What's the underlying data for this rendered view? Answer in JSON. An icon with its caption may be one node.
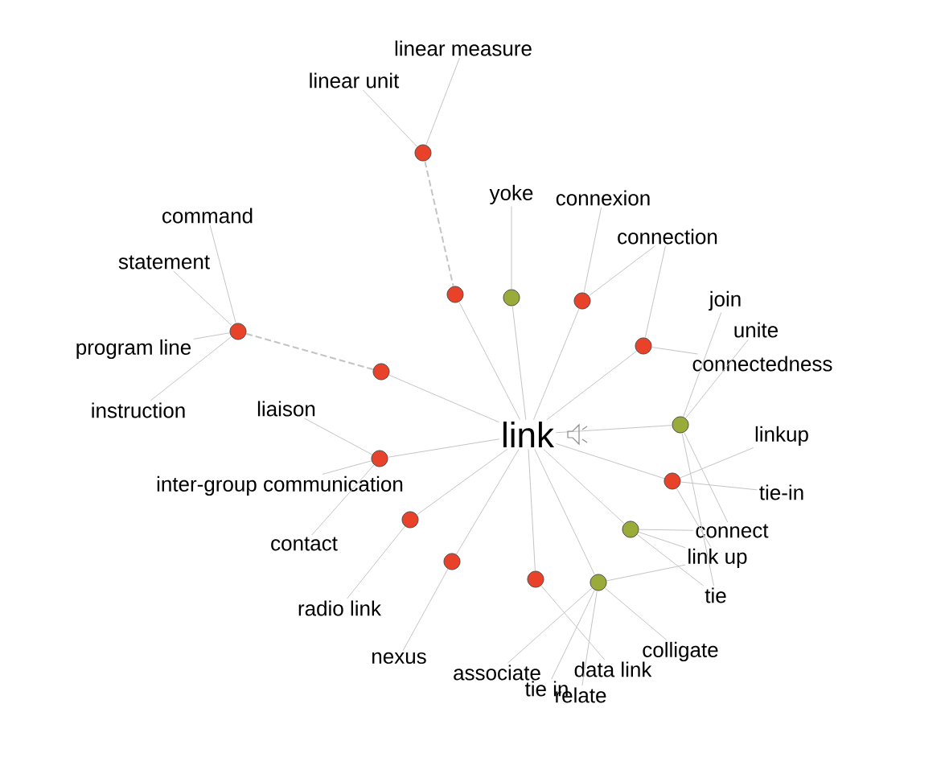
{
  "diagram": {
    "nodes": [
      {
        "text": [
          "link"
        ]
      },
      {
        "text": [],
        "shape": "circle"
      },
      {
        "text": [],
        "shape": "circle"
      },
      {
        "text": [],
        "shape": "circle"
      },
      {
        "text": [],
        "shape": "circle"
      },
      {
        "text": [],
        "shape": "circle"
      },
      {
        "text": [],
        "shape": "circle"
      },
      {
        "text": [],
        "shape": "circle"
      },
      {
        "text": [],
        "shape": "circle"
      },
      {
        "text": [],
        "shape": "circle"
      },
      {
        "text": [],
        "shape": "circle"
      },
      {
        "text": [],
        "shape": "circle"
      },
      {
        "text": [],
        "shape": "circle"
      },
      {
        "text": [],
        "shape": "circle"
      },
      {
        "text": [],
        "shape": "circle"
      },
      {
        "text": [],
        "shape": "circle"
      },
      {
        "text": [
          "linear measure"
        ]
      },
      {
        "text": [
          "linear unit"
        ]
      },
      {
        "text": [
          "yoke"
        ]
      },
      {
        "text": [
          "connexion"
        ]
      },
      {
        "text": [
          "connection"
        ]
      },
      {
        "text": [
          "command"
        ]
      },
      {
        "text": [
          "statement"
        ]
      },
      {
        "text": [
          "program line"
        ]
      },
      {
        "text": [
          "instruction"
        ]
      },
      {
        "text": [
          "join"
        ]
      },
      {
        "text": [
          "unite"
        ]
      },
      {
        "text": [
          "connectedness"
        ]
      },
      {
        "text": [
          "liaison"
        ]
      },
      {
        "text": [
          "linkup"
        ]
      },
      {
        "text": [
          "inter-group communication"
        ]
      },
      {
        "text": [
          "tie-in"
        ]
      },
      {
        "text": [
          "connect"
        ]
      },
      {
        "text": [
          "contact"
        ]
      },
      {
        "text": [
          "link up"
        ]
      },
      {
        "text": [
          "tie"
        ]
      },
      {
        "text": [
          "radio link"
        ]
      },
      {
        "text": [
          "colligate"
        ]
      },
      {
        "text": [
          "nexus"
        ]
      },
      {
        "text": [
          "associate"
        ]
      },
      {
        "text": [
          "data link"
        ]
      },
      {
        "text": [
          "tie in"
        ]
      },
      {
        "text": [
          "relate"
        ]
      }
    ],
    "edges": [
      {
        "from": 1,
        "to": 16,
        "arrow": "none"
      },
      {
        "from": 1,
        "to": 17,
        "arrow": "none"
      },
      {
        "from": 1,
        "to": 2,
        "arrow": "none",
        "style": "dashed"
      },
      {
        "from": 2,
        "to": 0,
        "arrow": "none"
      },
      {
        "from": 3,
        "to": 18,
        "arrow": "none"
      },
      {
        "from": 3,
        "to": 0,
        "arrow": "none"
      },
      {
        "from": 4,
        "to": 19,
        "arrow": "none"
      },
      {
        "from": 4,
        "to": 20,
        "arrow": "none"
      },
      {
        "from": 4,
        "to": 0,
        "arrow": "none"
      },
      {
        "from": 5,
        "to": 20,
        "arrow": "none"
      },
      {
        "from": 5,
        "to": 27,
        "arrow": "none"
      },
      {
        "from": 5,
        "to": 0,
        "arrow": "none"
      },
      {
        "from": 6,
        "to": 21,
        "arrow": "none"
      },
      {
        "from": 6,
        "to": 22,
        "arrow": "none"
      },
      {
        "from": 6,
        "to": 23,
        "arrow": "none"
      },
      {
        "from": 6,
        "to": 24,
        "arrow": "none"
      },
      {
        "from": 6,
        "to": 7,
        "arrow": "none",
        "style": "dashed"
      },
      {
        "from": 7,
        "to": 0,
        "arrow": "none"
      },
      {
        "from": 8,
        "to": 25,
        "arrow": "none"
      },
      {
        "from": 8,
        "to": 26,
        "arrow": "none"
      },
      {
        "from": 8,
        "to": 32,
        "arrow": "none"
      },
      {
        "from": 8,
        "to": 35,
        "arrow": "none"
      },
      {
        "from": 8,
        "to": 0,
        "arrow": "none"
      },
      {
        "from": 9,
        "to": 29,
        "arrow": "none"
      },
      {
        "from": 9,
        "to": 31,
        "arrow": "none"
      },
      {
        "from": 9,
        "to": 34,
        "arrow": "none"
      },
      {
        "from": 9,
        "to": 0,
        "arrow": "none"
      },
      {
        "from": 10,
        "to": 32,
        "arrow": "none"
      },
      {
        "from": 10,
        "to": 34,
        "arrow": "none"
      },
      {
        "from": 10,
        "to": 35,
        "arrow": "none"
      },
      {
        "from": 10,
        "to": 0,
        "arrow": "none"
      },
      {
        "from": 11,
        "to": 34,
        "arrow": "none"
      },
      {
        "from": 11,
        "to": 37,
        "arrow": "none"
      },
      {
        "from": 11,
        "to": 39,
        "arrow": "none"
      },
      {
        "from": 11,
        "to": 41,
        "arrow": "none"
      },
      {
        "from": 11,
        "to": 42,
        "arrow": "none"
      },
      {
        "from": 11,
        "to": 0,
        "arrow": "none"
      },
      {
        "from": 12,
        "to": 40,
        "arrow": "none"
      },
      {
        "from": 12,
        "to": 0,
        "arrow": "none"
      },
      {
        "from": 13,
        "to": 38,
        "arrow": "none"
      },
      {
        "from": 13,
        "to": 0,
        "arrow": "none"
      },
      {
        "from": 14,
        "to": 36,
        "arrow": "none"
      },
      {
        "from": 14,
        "to": 0,
        "arrow": "none"
      },
      {
        "from": 15,
        "to": 28,
        "arrow": "none"
      },
      {
        "from": 15,
        "to": 30,
        "arrow": "none"
      },
      {
        "from": 15,
        "to": 33,
        "arrow": "none"
      },
      {
        "from": 15,
        "to": 0,
        "arrow": "none"
      }
    ]
  }
}
